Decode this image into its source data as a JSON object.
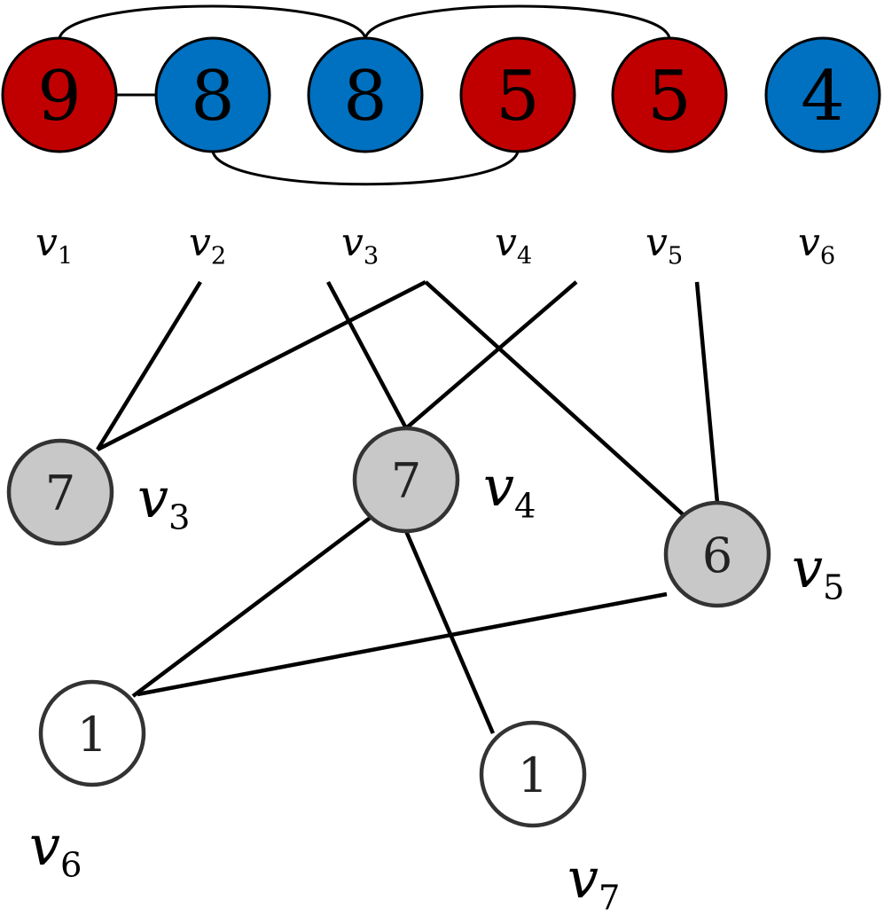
{
  "colors": {
    "red": "#C00000",
    "blue": "#0070C0",
    "gray": "#C8C8C8",
    "white": "#FFFFFF",
    "stroke": "#000000"
  },
  "top_row": {
    "nodes": [
      {
        "id": "v1",
        "value": "9",
        "color": "red",
        "label_var": "v",
        "label_sub": "1"
      },
      {
        "id": "v2",
        "value": "8",
        "color": "blue",
        "label_var": "v",
        "label_sub": "2"
      },
      {
        "id": "v3",
        "value": "8",
        "color": "blue",
        "label_var": "v",
        "label_sub": "3"
      },
      {
        "id": "v4",
        "value": "5",
        "color": "red",
        "label_var": "v",
        "label_sub": "4"
      },
      {
        "id": "v5",
        "value": "5",
        "color": "red",
        "label_var": "v",
        "label_sub": "5"
      },
      {
        "id": "v6",
        "value": "4",
        "color": "blue",
        "label_var": "v",
        "label_sub": "6"
      }
    ],
    "edges": [
      [
        "v1",
        "v2"
      ],
      [
        "v1",
        "v3"
      ],
      [
        "v3",
        "v5"
      ],
      [
        "v2",
        "v4"
      ]
    ]
  },
  "graph": {
    "nodes": [
      {
        "id": "g3",
        "value": "7",
        "color": "gray",
        "label_var": "v",
        "label_sub": "3"
      },
      {
        "id": "g4",
        "value": "7",
        "color": "gray",
        "label_var": "v",
        "label_sub": "4"
      },
      {
        "id": "g5",
        "value": "6",
        "color": "gray",
        "label_var": "v",
        "label_sub": "5"
      },
      {
        "id": "g6",
        "value": "1",
        "color": "white",
        "label_var": "v",
        "label_sub": "6"
      },
      {
        "id": "g7",
        "value": "1",
        "color": "white",
        "label_var": "v",
        "label_sub": "7"
      }
    ],
    "edges": [
      [
        "g4",
        "g6"
      ],
      [
        "g5",
        "g6"
      ],
      [
        "g4",
        "g7"
      ]
    ],
    "dangling_edges": [
      "g3",
      "g3",
      "g4",
      "g4",
      "g5",
      "g5"
    ]
  }
}
